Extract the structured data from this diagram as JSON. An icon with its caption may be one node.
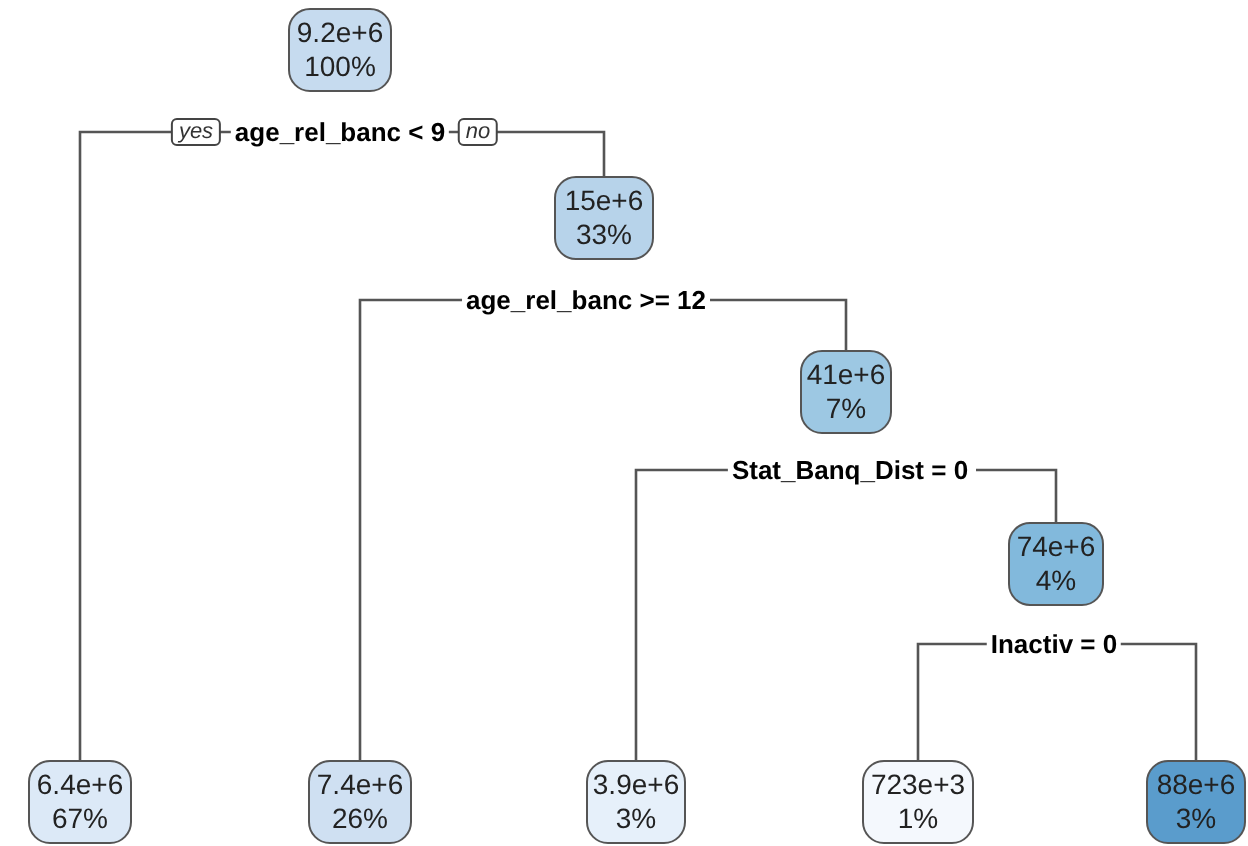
{
  "diagram": {
    "nodes": [
      {
        "text": [
          "9.2e+6",
          "100%"
        ]
      },
      {
        "text": [
          "age_rel_banc < 9"
        ]
      },
      {
        "text": [
          "15e+6",
          "33%"
        ]
      },
      {
        "text": [
          "age_rel_banc >= 12"
        ]
      },
      {
        "text": [
          "41e+6",
          "7%"
        ]
      },
      {
        "text": [
          "Stat_Banq_Dist = 0"
        ]
      },
      {
        "text": [
          "74e+6",
          "4%"
        ]
      },
      {
        "text": [
          "Inactiv = 0"
        ]
      },
      {
        "text": [
          "6.4e+6",
          "67%"
        ]
      },
      {
        "text": [
          "7.4e+6",
          "26%"
        ]
      },
      {
        "text": [
          "3.9e+6",
          "3%"
        ]
      },
      {
        "text": [
          "723e+3",
          "1%"
        ]
      },
      {
        "text": [
          "88e+6",
          "3%"
        ]
      }
    ],
    "edges": [
      {
        "from": 1,
        "to": 8,
        "arrow": "none",
        "label": "yes"
      },
      {
        "from": 1,
        "to": 2,
        "arrow": "none",
        "label": "no"
      },
      {
        "from": 3,
        "to": 9,
        "arrow": "none"
      },
      {
        "from": 3,
        "to": 4,
        "arrow": "none"
      },
      {
        "from": 5,
        "to": 10,
        "arrow": "none"
      },
      {
        "from": 5,
        "to": 6,
        "arrow": "none"
      },
      {
        "from": 7,
        "to": 11,
        "arrow": "none"
      },
      {
        "from": 7,
        "to": 12,
        "arrow": "none"
      }
    ]
  }
}
